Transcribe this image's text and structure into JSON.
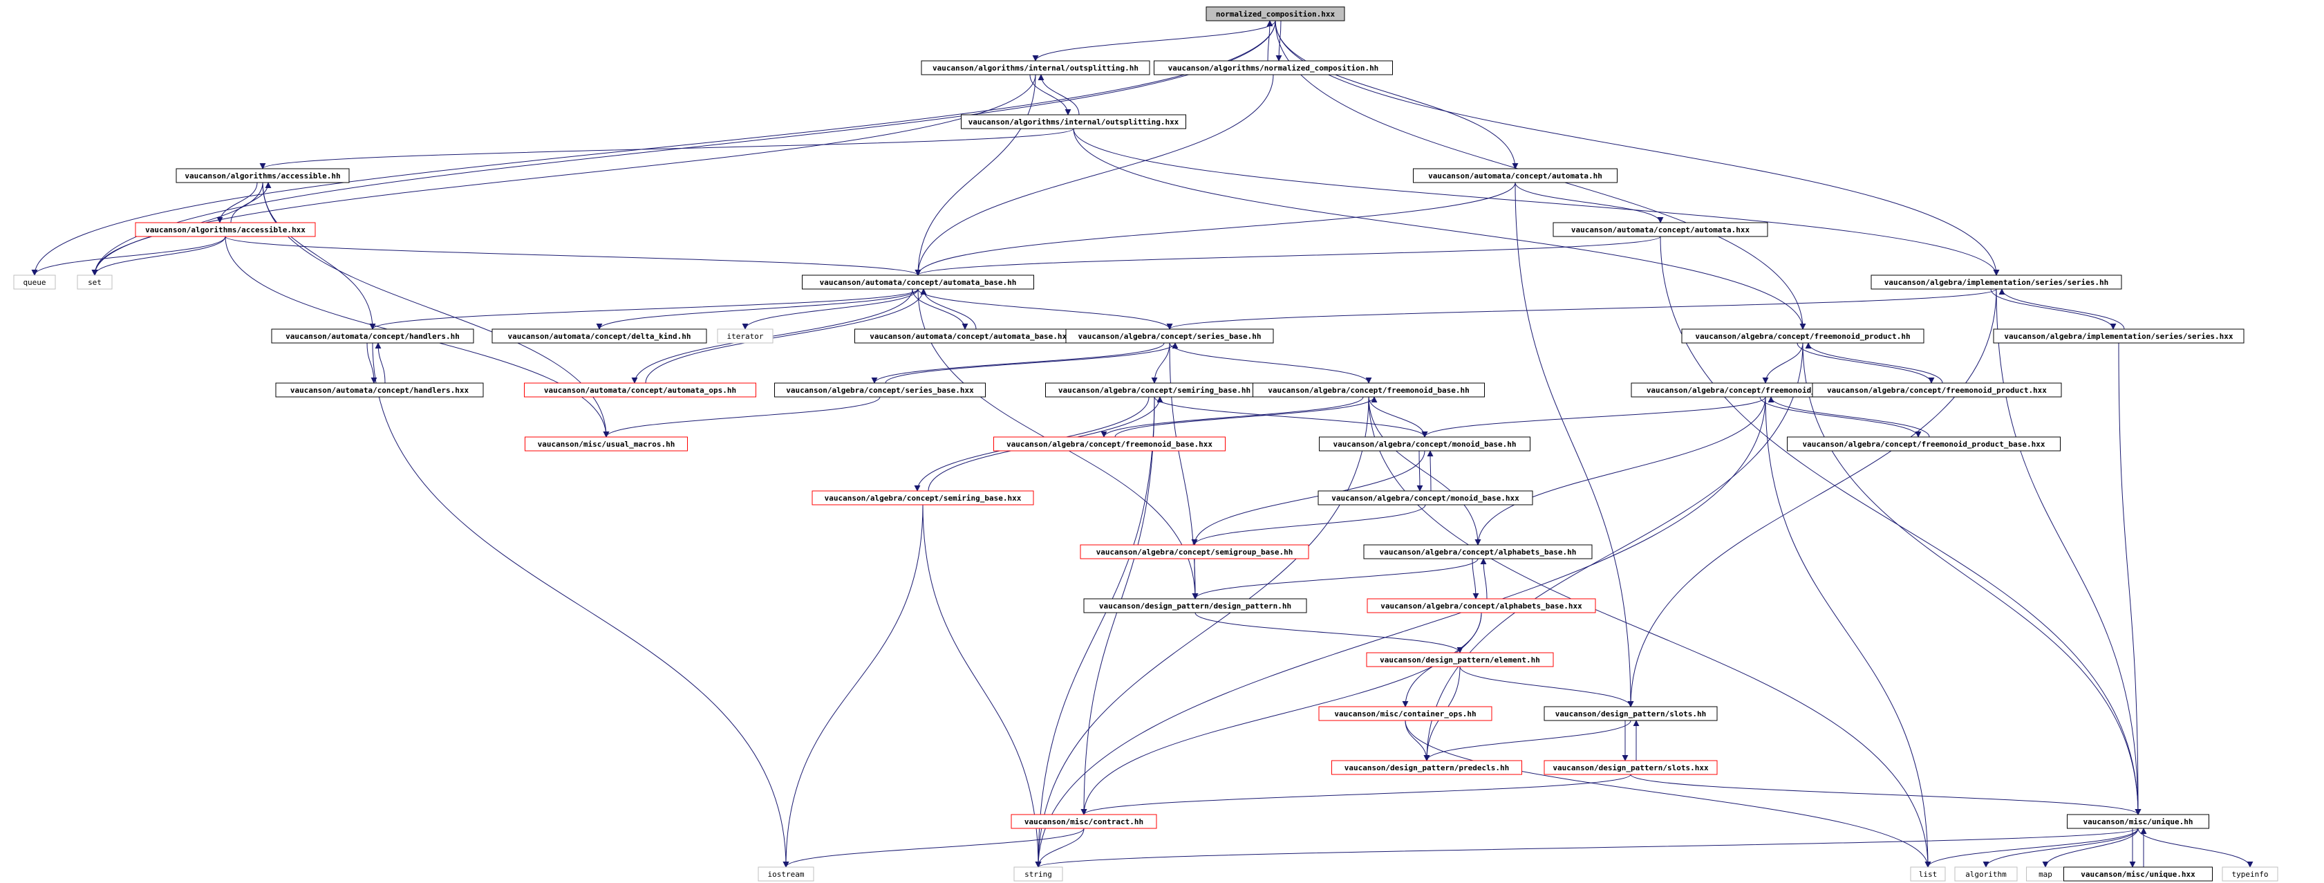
{
  "diagram": {
    "title": "normalized_composition.hxx",
    "colors": {
      "edge": "#191970",
      "root_fill": "#bfbfbf",
      "root_border": "#000000",
      "normal_border": "#000000",
      "missing_border": "#ff0000",
      "external_border": "#bfbfbf",
      "text": "#000000"
    },
    "nodes": [
      {
        "id": "root",
        "label": "normalized_composition.hxx",
        "kind": "root"
      },
      {
        "id": "outsplitting_hh",
        "label": "vaucanson/algorithms/internal/outsplitting.hh",
        "kind": "normal"
      },
      {
        "id": "normcomp_hh",
        "label": "vaucanson/algorithms/normalized_composition.hh",
        "kind": "normal"
      },
      {
        "id": "outsplitting_hxx",
        "label": "vaucanson/algorithms/internal/outsplitting.hxx",
        "kind": "normal"
      },
      {
        "id": "accessible_hh",
        "label": "vaucanson/algorithms/accessible.hh",
        "kind": "normal"
      },
      {
        "id": "accessible_hxx",
        "label": "vaucanson/algorithms/accessible.hxx",
        "kind": "missing"
      },
      {
        "id": "queue",
        "label": "queue",
        "kind": "external"
      },
      {
        "id": "set",
        "label": "set",
        "kind": "external"
      },
      {
        "id": "automata_hh",
        "label": "vaucanson/automata/concept/automata.hh",
        "kind": "normal"
      },
      {
        "id": "automata_hxx",
        "label": "vaucanson/automata/concept/automata.hxx",
        "kind": "normal"
      },
      {
        "id": "automata_base_hh",
        "label": "vaucanson/automata/concept/automata_base.hh",
        "kind": "normal"
      },
      {
        "id": "series_hh",
        "label": "vaucanson/algebra/implementation/series/series.hh",
        "kind": "normal"
      },
      {
        "id": "series_hxx",
        "label": "vaucanson/algebra/implementation/series/series.hxx",
        "kind": "normal"
      },
      {
        "id": "handlers_hh",
        "label": "vaucanson/automata/concept/handlers.hh",
        "kind": "normal"
      },
      {
        "id": "delta_kind_hh",
        "label": "vaucanson/automata/concept/delta_kind.hh",
        "kind": "normal"
      },
      {
        "id": "iterator",
        "label": "iterator",
        "kind": "external"
      },
      {
        "id": "automata_base_hxx",
        "label": "vaucanson/automata/concept/automata_base.hxx",
        "kind": "normal"
      },
      {
        "id": "series_base_hh",
        "label": "vaucanson/algebra/concept/series_base.hh",
        "kind": "normal"
      },
      {
        "id": "freemonoid_product_hh",
        "label": "vaucanson/algebra/concept/freemonoid_product.hh",
        "kind": "normal"
      },
      {
        "id": "handlers_hxx",
        "label": "vaucanson/automata/concept/handlers.hxx",
        "kind": "normal"
      },
      {
        "id": "automata_ops_hh",
        "label": "vaucanson/automata/concept/automata_ops.hh",
        "kind": "missing"
      },
      {
        "id": "series_base_hxx",
        "label": "vaucanson/algebra/concept/series_base.hxx",
        "kind": "normal"
      },
      {
        "id": "semiring_base_hh",
        "label": "vaucanson/algebra/concept/semiring_base.hh",
        "kind": "normal"
      },
      {
        "id": "freemonoid_base_hh",
        "label": "vaucanson/algebra/concept/freemonoid_base.hh",
        "kind": "normal"
      },
      {
        "id": "freemonoid_product_base_hh",
        "label": "vaucanson/algebra/concept/freemonoid_product_base.hh",
        "kind": "normal"
      },
      {
        "id": "freemonoid_product_hxx",
        "label": "vaucanson/algebra/concept/freemonoid_product.hxx",
        "kind": "normal"
      },
      {
        "id": "usual_macros_hh",
        "label": "vaucanson/misc/usual_macros.hh",
        "kind": "missing"
      },
      {
        "id": "freemonoid_base_hxx",
        "label": "vaucanson/algebra/concept/freemonoid_base.hxx",
        "kind": "missing"
      },
      {
        "id": "monoid_base_hh",
        "label": "vaucanson/algebra/concept/monoid_base.hh",
        "kind": "normal"
      },
      {
        "id": "freemonoid_product_base_hxx",
        "label": "vaucanson/algebra/concept/freemonoid_product_base.hxx",
        "kind": "normal"
      },
      {
        "id": "semiring_base_hxx",
        "label": "vaucanson/algebra/concept/semiring_base.hxx",
        "kind": "missing"
      },
      {
        "id": "monoid_base_hxx",
        "label": "vaucanson/algebra/concept/monoid_base.hxx",
        "kind": "normal"
      },
      {
        "id": "semigroup_base_hh",
        "label": "vaucanson/algebra/concept/semigroup_base.hh",
        "kind": "missing"
      },
      {
        "id": "alphabets_base_hh",
        "label": "vaucanson/algebra/concept/alphabets_base.hh",
        "kind": "normal"
      },
      {
        "id": "design_pattern_hh",
        "label": "vaucanson/design_pattern/design_pattern.hh",
        "kind": "normal"
      },
      {
        "id": "alphabets_base_hxx",
        "label": "vaucanson/algebra/concept/alphabets_base.hxx",
        "kind": "missing"
      },
      {
        "id": "element_hh",
        "label": "vaucanson/design_pattern/element.hh",
        "kind": "missing"
      },
      {
        "id": "container_ops_hh",
        "label": "vaucanson/misc/container_ops.hh",
        "kind": "missing"
      },
      {
        "id": "slots_hh",
        "label": "vaucanson/design_pattern/slots.hh",
        "kind": "normal"
      },
      {
        "id": "predecls_hh",
        "label": "vaucanson/design_pattern/predecls.hh",
        "kind": "missing"
      },
      {
        "id": "slots_hxx",
        "label": "vaucanson/design_pattern/slots.hxx",
        "kind": "missing"
      },
      {
        "id": "contract_hh",
        "label": "vaucanson/misc/contract.hh",
        "kind": "missing"
      },
      {
        "id": "unique_hh",
        "label": "vaucanson/misc/unique.hh",
        "kind": "normal"
      },
      {
        "id": "iostream",
        "label": "iostream",
        "kind": "external"
      },
      {
        "id": "string",
        "label": "string",
        "kind": "external"
      },
      {
        "id": "list",
        "label": "list",
        "kind": "external"
      },
      {
        "id": "algorithm",
        "label": "algorithm",
        "kind": "external"
      },
      {
        "id": "map",
        "label": "map",
        "kind": "external"
      },
      {
        "id": "unique_hxx",
        "label": "vaucanson/misc/unique.hxx",
        "kind": "normal"
      },
      {
        "id": "typeinfo",
        "label": "typeinfo",
        "kind": "external"
      }
    ],
    "edges": [
      [
        "root",
        "outsplitting_hh"
      ],
      [
        "root",
        "normcomp_hh"
      ],
      [
        "root",
        "automata_hh"
      ],
      [
        "root",
        "series_hh"
      ],
      [
        "root",
        "freemonoid_product_hh"
      ],
      [
        "root",
        "queue"
      ],
      [
        "root",
        "set"
      ],
      [
        "normcomp_hh",
        "root"
      ],
      [
        "normcomp_hh",
        "automata_base_hh"
      ],
      [
        "outsplitting_hh",
        "outsplitting_hxx"
      ],
      [
        "outsplitting_hh",
        "automata_base_hh"
      ],
      [
        "outsplitting_hh",
        "set"
      ],
      [
        "outsplitting_hxx",
        "outsplitting_hh"
      ],
      [
        "outsplitting_hxx",
        "accessible_hh"
      ],
      [
        "outsplitting_hxx",
        "series_hh"
      ],
      [
        "outsplitting_hxx",
        "freemonoid_product_hh"
      ],
      [
        "accessible_hh",
        "accessible_hxx"
      ],
      [
        "accessible_hh",
        "handlers_hh"
      ],
      [
        "accessible_hh",
        "set"
      ],
      [
        "accessible_hh",
        "usual_macros_hh"
      ],
      [
        "accessible_hxx",
        "accessible_hh"
      ],
      [
        "accessible_hxx",
        "queue"
      ],
      [
        "accessible_hxx",
        "set"
      ],
      [
        "accessible_hxx",
        "automata_base_hh"
      ],
      [
        "accessible_hxx",
        "usual_macros_hh"
      ],
      [
        "automata_hh",
        "automata_hxx"
      ],
      [
        "automata_hh",
        "automata_base_hh"
      ],
      [
        "automata_hh",
        "slots_hh"
      ],
      [
        "automata_hxx",
        "automata_base_hh"
      ],
      [
        "automata_hxx",
        "unique_hh"
      ],
      [
        "automata_base_hh",
        "handlers_hh"
      ],
      [
        "automata_base_hh",
        "delta_kind_hh"
      ],
      [
        "automata_base_hh",
        "iterator"
      ],
      [
        "automata_base_hh",
        "automata_base_hxx"
      ],
      [
        "automata_base_hh",
        "series_base_hh"
      ],
      [
        "automata_base_hh",
        "automata_ops_hh"
      ],
      [
        "automata_base_hh",
        "design_pattern_hh"
      ],
      [
        "automata_base_hxx",
        "automata_base_hh"
      ],
      [
        "automata_ops_hh",
        "automata_base_hh"
      ],
      [
        "handlers_hh",
        "handlers_hxx"
      ],
      [
        "handlers_hh",
        "iostream"
      ],
      [
        "handlers_hxx",
        "handlers_hh"
      ],
      [
        "series_hh",
        "series_hxx"
      ],
      [
        "series_hh",
        "series_base_hh"
      ],
      [
        "series_hh",
        "unique_hh"
      ],
      [
        "series_hxx",
        "series_hh"
      ],
      [
        "series_hxx",
        "unique_hh"
      ],
      [
        "series_hh",
        "slots_hh"
      ],
      [
        "series_base_hh",
        "series_base_hxx"
      ],
      [
        "series_base_hh",
        "semiring_base_hh"
      ],
      [
        "series_base_hh",
        "freemonoid_base_hh"
      ],
      [
        "series_base_hh",
        "design_pattern_hh"
      ],
      [
        "series_base_hxx",
        "series_base_hh"
      ],
      [
        "series_base_hxx",
        "usual_macros_hh"
      ],
      [
        "freemonoid_product_hh",
        "freemonoid_product_base_hh"
      ],
      [
        "freemonoid_product_hh",
        "freemonoid_product_hxx"
      ],
      [
        "freemonoid_product_hh",
        "unique_hh"
      ],
      [
        "freemonoid_product_hh",
        "predecls_hh"
      ],
      [
        "freemonoid_product_hxx",
        "freemonoid_product_hh"
      ],
      [
        "freemonoid_product_base_hh",
        "monoid_base_hh"
      ],
      [
        "freemonoid_product_base_hh",
        "freemonoid_product_base_hxx"
      ],
      [
        "freemonoid_product_base_hh",
        "alphabets_base_hh"
      ],
      [
        "freemonoid_product_base_hh",
        "list"
      ],
      [
        "freemonoid_product_base_hh",
        "string"
      ],
      [
        "freemonoid_product_base_hxx",
        "freemonoid_product_base_hh"
      ],
      [
        "semiring_base_hh",
        "semiring_base_hxx"
      ],
      [
        "semiring_base_hh",
        "monoid_base_hh"
      ],
      [
        "semiring_base_hh",
        "contract_hh"
      ],
      [
        "semiring_base_hh",
        "string"
      ],
      [
        "semiring_base_hxx",
        "semiring_base_hh"
      ],
      [
        "semiring_base_hxx",
        "iostream"
      ],
      [
        "semiring_base_hxx",
        "string"
      ],
      [
        "freemonoid_base_hh",
        "freemonoid_base_hxx"
      ],
      [
        "freemonoid_base_hh",
        "monoid_base_hh"
      ],
      [
        "freemonoid_base_hh",
        "alphabets_base_hh"
      ],
      [
        "freemonoid_base_hh",
        "string"
      ],
      [
        "freemonoid_base_hh",
        "list"
      ],
      [
        "freemonoid_base_hxx",
        "freemonoid_base_hh"
      ],
      [
        "monoid_base_hh",
        "monoid_base_hxx"
      ],
      [
        "monoid_base_hh",
        "semigroup_base_hh"
      ],
      [
        "monoid_base_hxx",
        "monoid_base_hh"
      ],
      [
        "monoid_base_hxx",
        "semigroup_base_hh"
      ],
      [
        "semigroup_base_hh",
        "design_pattern_hh"
      ],
      [
        "alphabets_base_hh",
        "alphabets_base_hxx"
      ],
      [
        "alphabets_base_hh",
        "design_pattern_hh"
      ],
      [
        "alphabets_base_hxx",
        "alphabets_base_hh"
      ],
      [
        "alphabets_base_hxx",
        "container_ops_hh"
      ],
      [
        "alphabets_base_hxx",
        "contract_hh"
      ],
      [
        "design_pattern_hh",
        "element_hh"
      ],
      [
        "element_hh",
        "slots_hh"
      ],
      [
        "element_hh",
        "predecls_hh"
      ],
      [
        "container_ops_hh",
        "predecls_hh"
      ],
      [
        "container_ops_hh",
        "list"
      ],
      [
        "slots_hh",
        "slots_hxx"
      ],
      [
        "slots_hh",
        "predecls_hh"
      ],
      [
        "slots_hxx",
        "slots_hh"
      ],
      [
        "slots_hxx",
        "contract_hh"
      ],
      [
        "slots_hxx",
        "unique_hh"
      ],
      [
        "contract_hh",
        "iostream"
      ],
      [
        "contract_hh",
        "string"
      ],
      [
        "unique_hh",
        "list"
      ],
      [
        "unique_hh",
        "algorithm"
      ],
      [
        "unique_hh",
        "map"
      ],
      [
        "unique_hh",
        "unique_hxx"
      ],
      [
        "unique_hh",
        "typeinfo"
      ],
      [
        "unique_hh",
        "string"
      ],
      [
        "unique_hxx",
        "unique_hh"
      ]
    ]
  }
}
